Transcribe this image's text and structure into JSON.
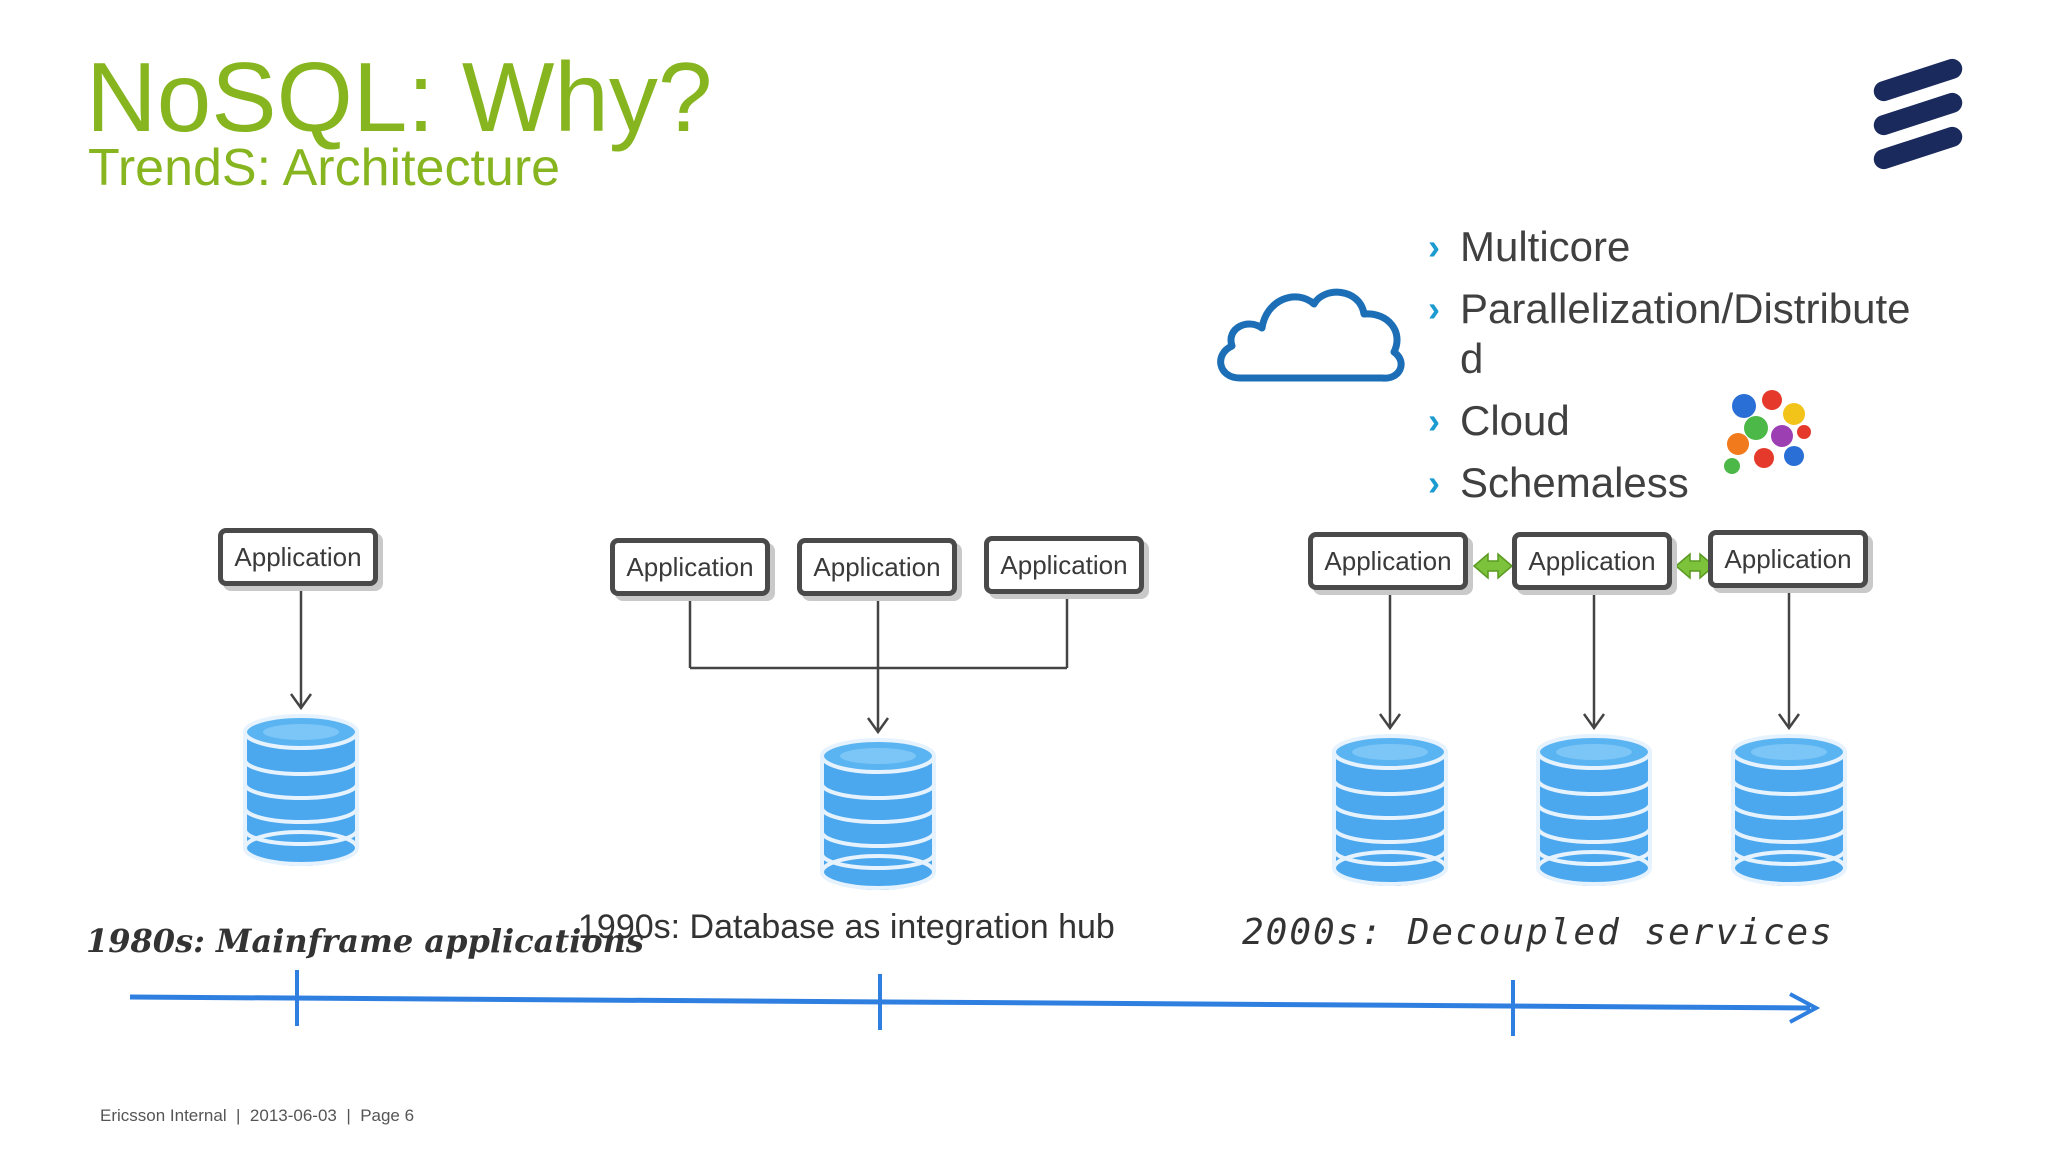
{
  "title": "NoSQL: Why?",
  "subtitle": "TrendS: Architecture",
  "bullets": [
    "Multicore",
    "Parallelization/Distribute\nd",
    "Cloud",
    "Schemaless"
  ],
  "app_label": "Application",
  "captions": {
    "era_1980s": "1980s: Mainframe applications",
    "era_1990s": "1990s: Database as integration hub",
    "era_2000s": "2000s: Decoupled services"
  },
  "footer": "Ericsson Internal  |  2013-06-03  |  Page 6",
  "colors": {
    "title_green": "#87b51f",
    "bullet_blue": "#1c9bd1",
    "timeline_blue": "#2f7fe0",
    "db_blue": "#4ca8ee",
    "arrow_green": "#7cc23a",
    "logo_navy": "#1a2a5c"
  },
  "icons": [
    "ericsson-logo",
    "cloud-icon",
    "painted-hands-image",
    "database-icon",
    "chevron-bullet"
  ]
}
